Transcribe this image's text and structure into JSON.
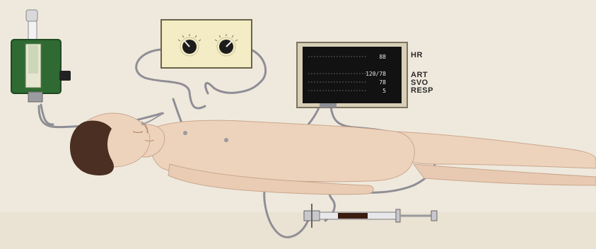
{
  "monitor": {
    "labels": {
      "hr": "HR",
      "art": "ART",
      "svo2": "SVO",
      "resp": "RESP"
    },
    "readouts": {
      "hr": "88",
      "art": "120/78",
      "svo2": "78",
      "resp": "5"
    }
  },
  "colors": {
    "background": "#efe9dd",
    "skin": "#eed3bc",
    "hair": "#4a2f22",
    "tubing": "#8f8e96",
    "flowmeter": "#2f6a32",
    "monitor_frame": "#d8cfb6",
    "monitor_screen": "#121212",
    "syringe_plunger": "#3a1d10"
  },
  "icons": {
    "flowmeter": "flowmeter-icon",
    "control-box": "dial-box-icon",
    "monitor": "monitor-icon",
    "syringe": "syringe-icon"
  }
}
